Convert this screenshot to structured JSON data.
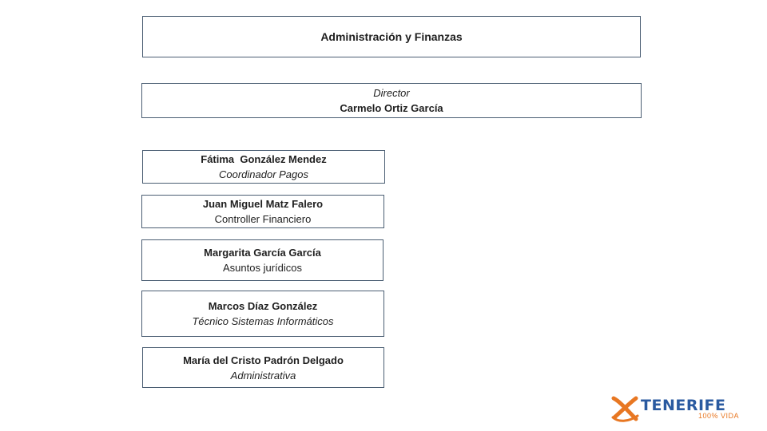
{
  "department": {
    "title": "Administración y Finanzas"
  },
  "director": {
    "role": "Director",
    "name": "Carmelo Ortiz García"
  },
  "staff": [
    {
      "name": "Fátima  González Mendez",
      "role": "Coordinador Pagos"
    },
    {
      "name": "Juan Miguel Matz Falero",
      "role": "Controller Financiero"
    },
    {
      "name": "Margarita García García",
      "role": "Asuntos jurídicos"
    },
    {
      "name": "Marcos Díaz González",
      "role": "Técnico Sistemas Informáticos"
    },
    {
      "name": "María del Cristo Padrón Delgado",
      "role": "Administrativa"
    }
  ],
  "logo": {
    "wordmark": "TENERIFE",
    "tagline": "100% VIDA",
    "brand_orange": "#e87722",
    "brand_blue": "#2a5aa0"
  },
  "colors": {
    "box_border": "#4b5e73"
  }
}
